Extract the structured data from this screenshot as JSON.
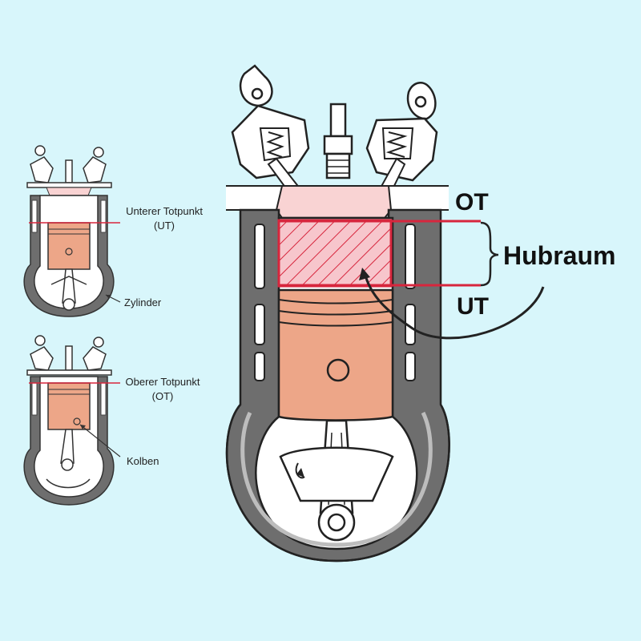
{
  "labels": {
    "unterer_totpunkt": "Unterer Totpunkt",
    "unterer_abbr": "(UT)",
    "zylinder": "Zylinder",
    "oberer_totpunkt": "Oberer Totpunkt",
    "oberer_abbr": "(OT)",
    "kolben": "Kolben",
    "ot": "OT",
    "ut": "UT",
    "hubraum": "Hubraum"
  },
  "colors": {
    "background": "#d8f6fb",
    "piston": "#eda688",
    "piston_outline": "#333333",
    "dead_center_line": "#d7263d",
    "displacement_fill": "#f7c6cc",
    "chamber_fill": "#f9d3d3",
    "engine_gray": "#6e6e6e",
    "engine_light": "#bdbdbd"
  }
}
